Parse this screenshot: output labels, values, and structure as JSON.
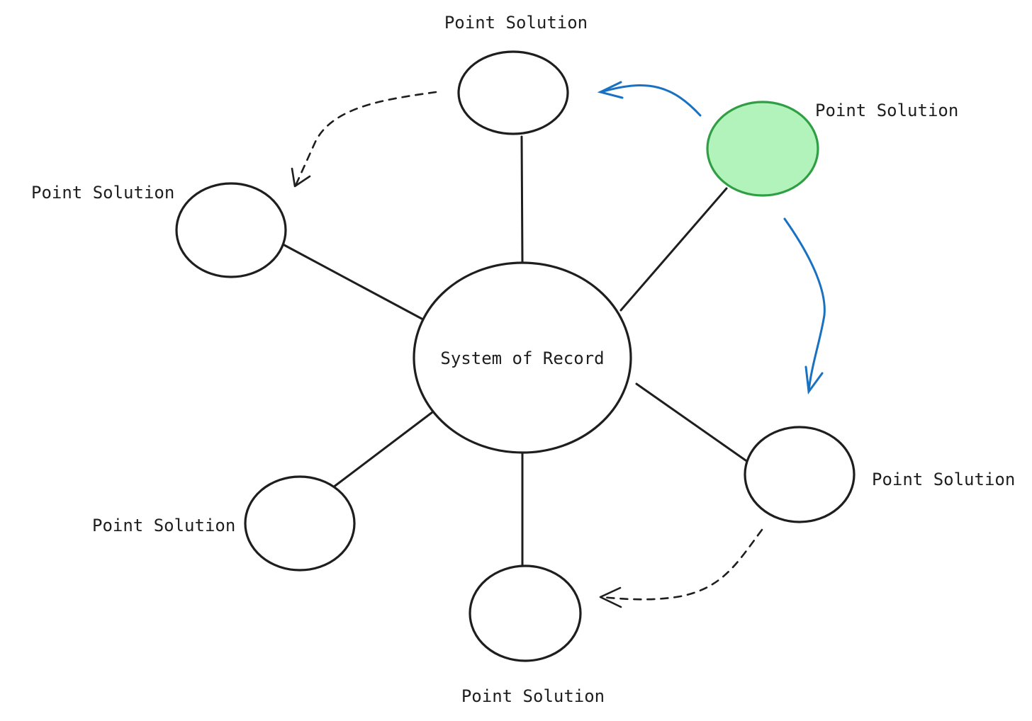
{
  "diagram": {
    "center": {
      "label": "System of Record"
    },
    "nodes": [
      {
        "id": "top",
        "label": "Point Solution",
        "highlighted": false
      },
      {
        "id": "top-right",
        "label": "Point Solution",
        "highlighted": true
      },
      {
        "id": "left",
        "label": "Point Solution",
        "highlighted": false
      },
      {
        "id": "right",
        "label": "Point Solution",
        "highlighted": false
      },
      {
        "id": "bottom-left",
        "label": "Point Solution",
        "highlighted": false
      },
      {
        "id": "bottom",
        "label": "Point Solution",
        "highlighted": false
      }
    ],
    "arrows": [
      {
        "from": "top",
        "to": "left",
        "style": "dashed"
      },
      {
        "from": "top-right",
        "to": "top",
        "style": "solid"
      },
      {
        "from": "top-right",
        "to": "right",
        "style": "solid"
      },
      {
        "from": "right",
        "to": "bottom",
        "style": "dashed"
      }
    ]
  },
  "colors": {
    "stroke": "#1e1e1e",
    "highlight_fill": "#b2f2bb",
    "highlight_stroke": "#2f9e44",
    "accent_arrow": "#1971c2"
  }
}
